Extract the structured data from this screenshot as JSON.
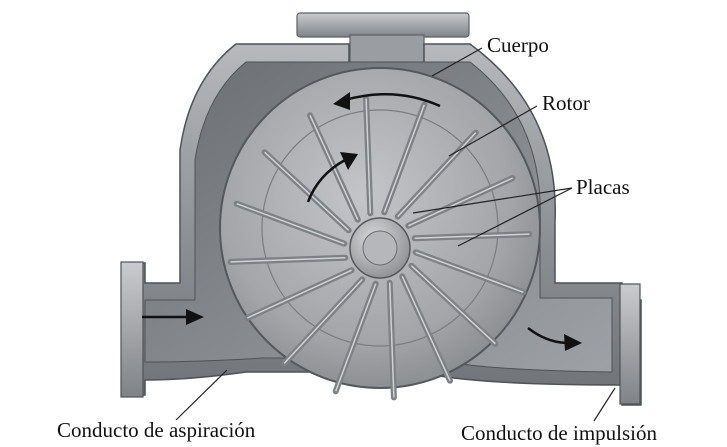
{
  "labels": {
    "cuerpo": "Cuerpo",
    "rotor": "Rotor",
    "placas": "Placas",
    "aspiracion": "Conducto de aspiración",
    "impulsion": "Conducto de impulsión"
  },
  "colors": {
    "background": "#ffffff",
    "casing": "#8f9296",
    "casing_dark": "#5d6064",
    "casing_light": "#c4c6c9",
    "rotor": "#a7a9ac",
    "label_text": "#111111",
    "leader_line": "#222222",
    "flow_arrow": "#111111"
  }
}
